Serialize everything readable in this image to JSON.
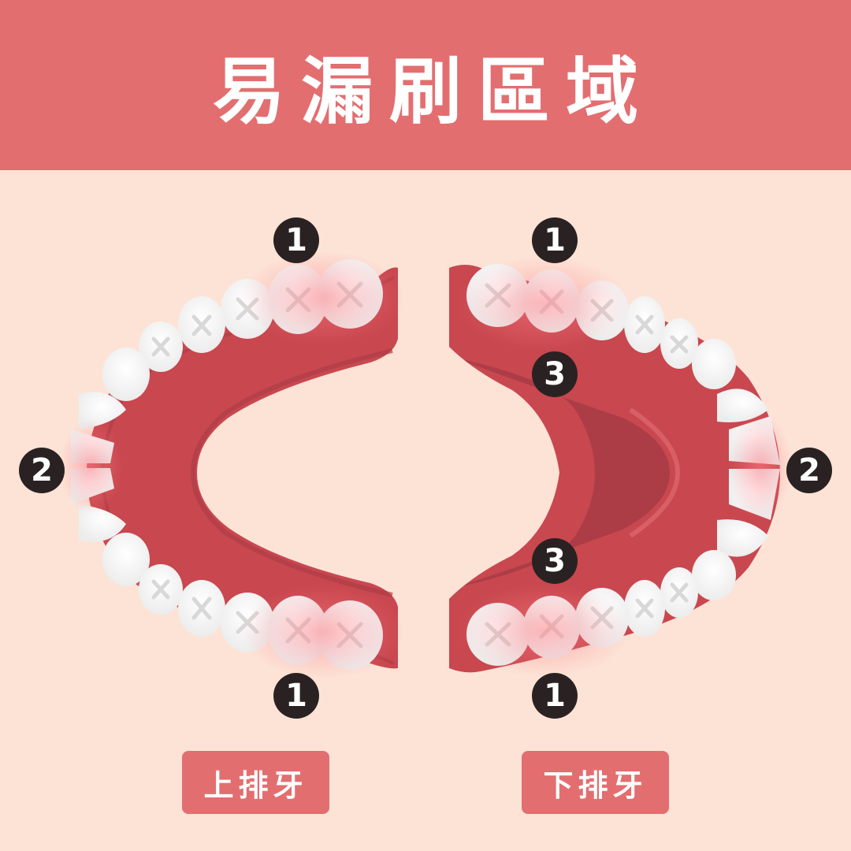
{
  "title": "易漏刷區域",
  "labels": {
    "upper": "上排牙",
    "lower": "下排牙"
  },
  "markers": {
    "front_teeth": "1",
    "back_teeth": "2",
    "inner_surface": "3"
  },
  "colors": {
    "header": "#e36e70",
    "background": "#fde3d6",
    "gum": "#c9474f",
    "gum_dark": "#ac3d47",
    "tooth": "#ffffff",
    "highlight": "#ff7f86",
    "marker": "#2a2222"
  }
}
